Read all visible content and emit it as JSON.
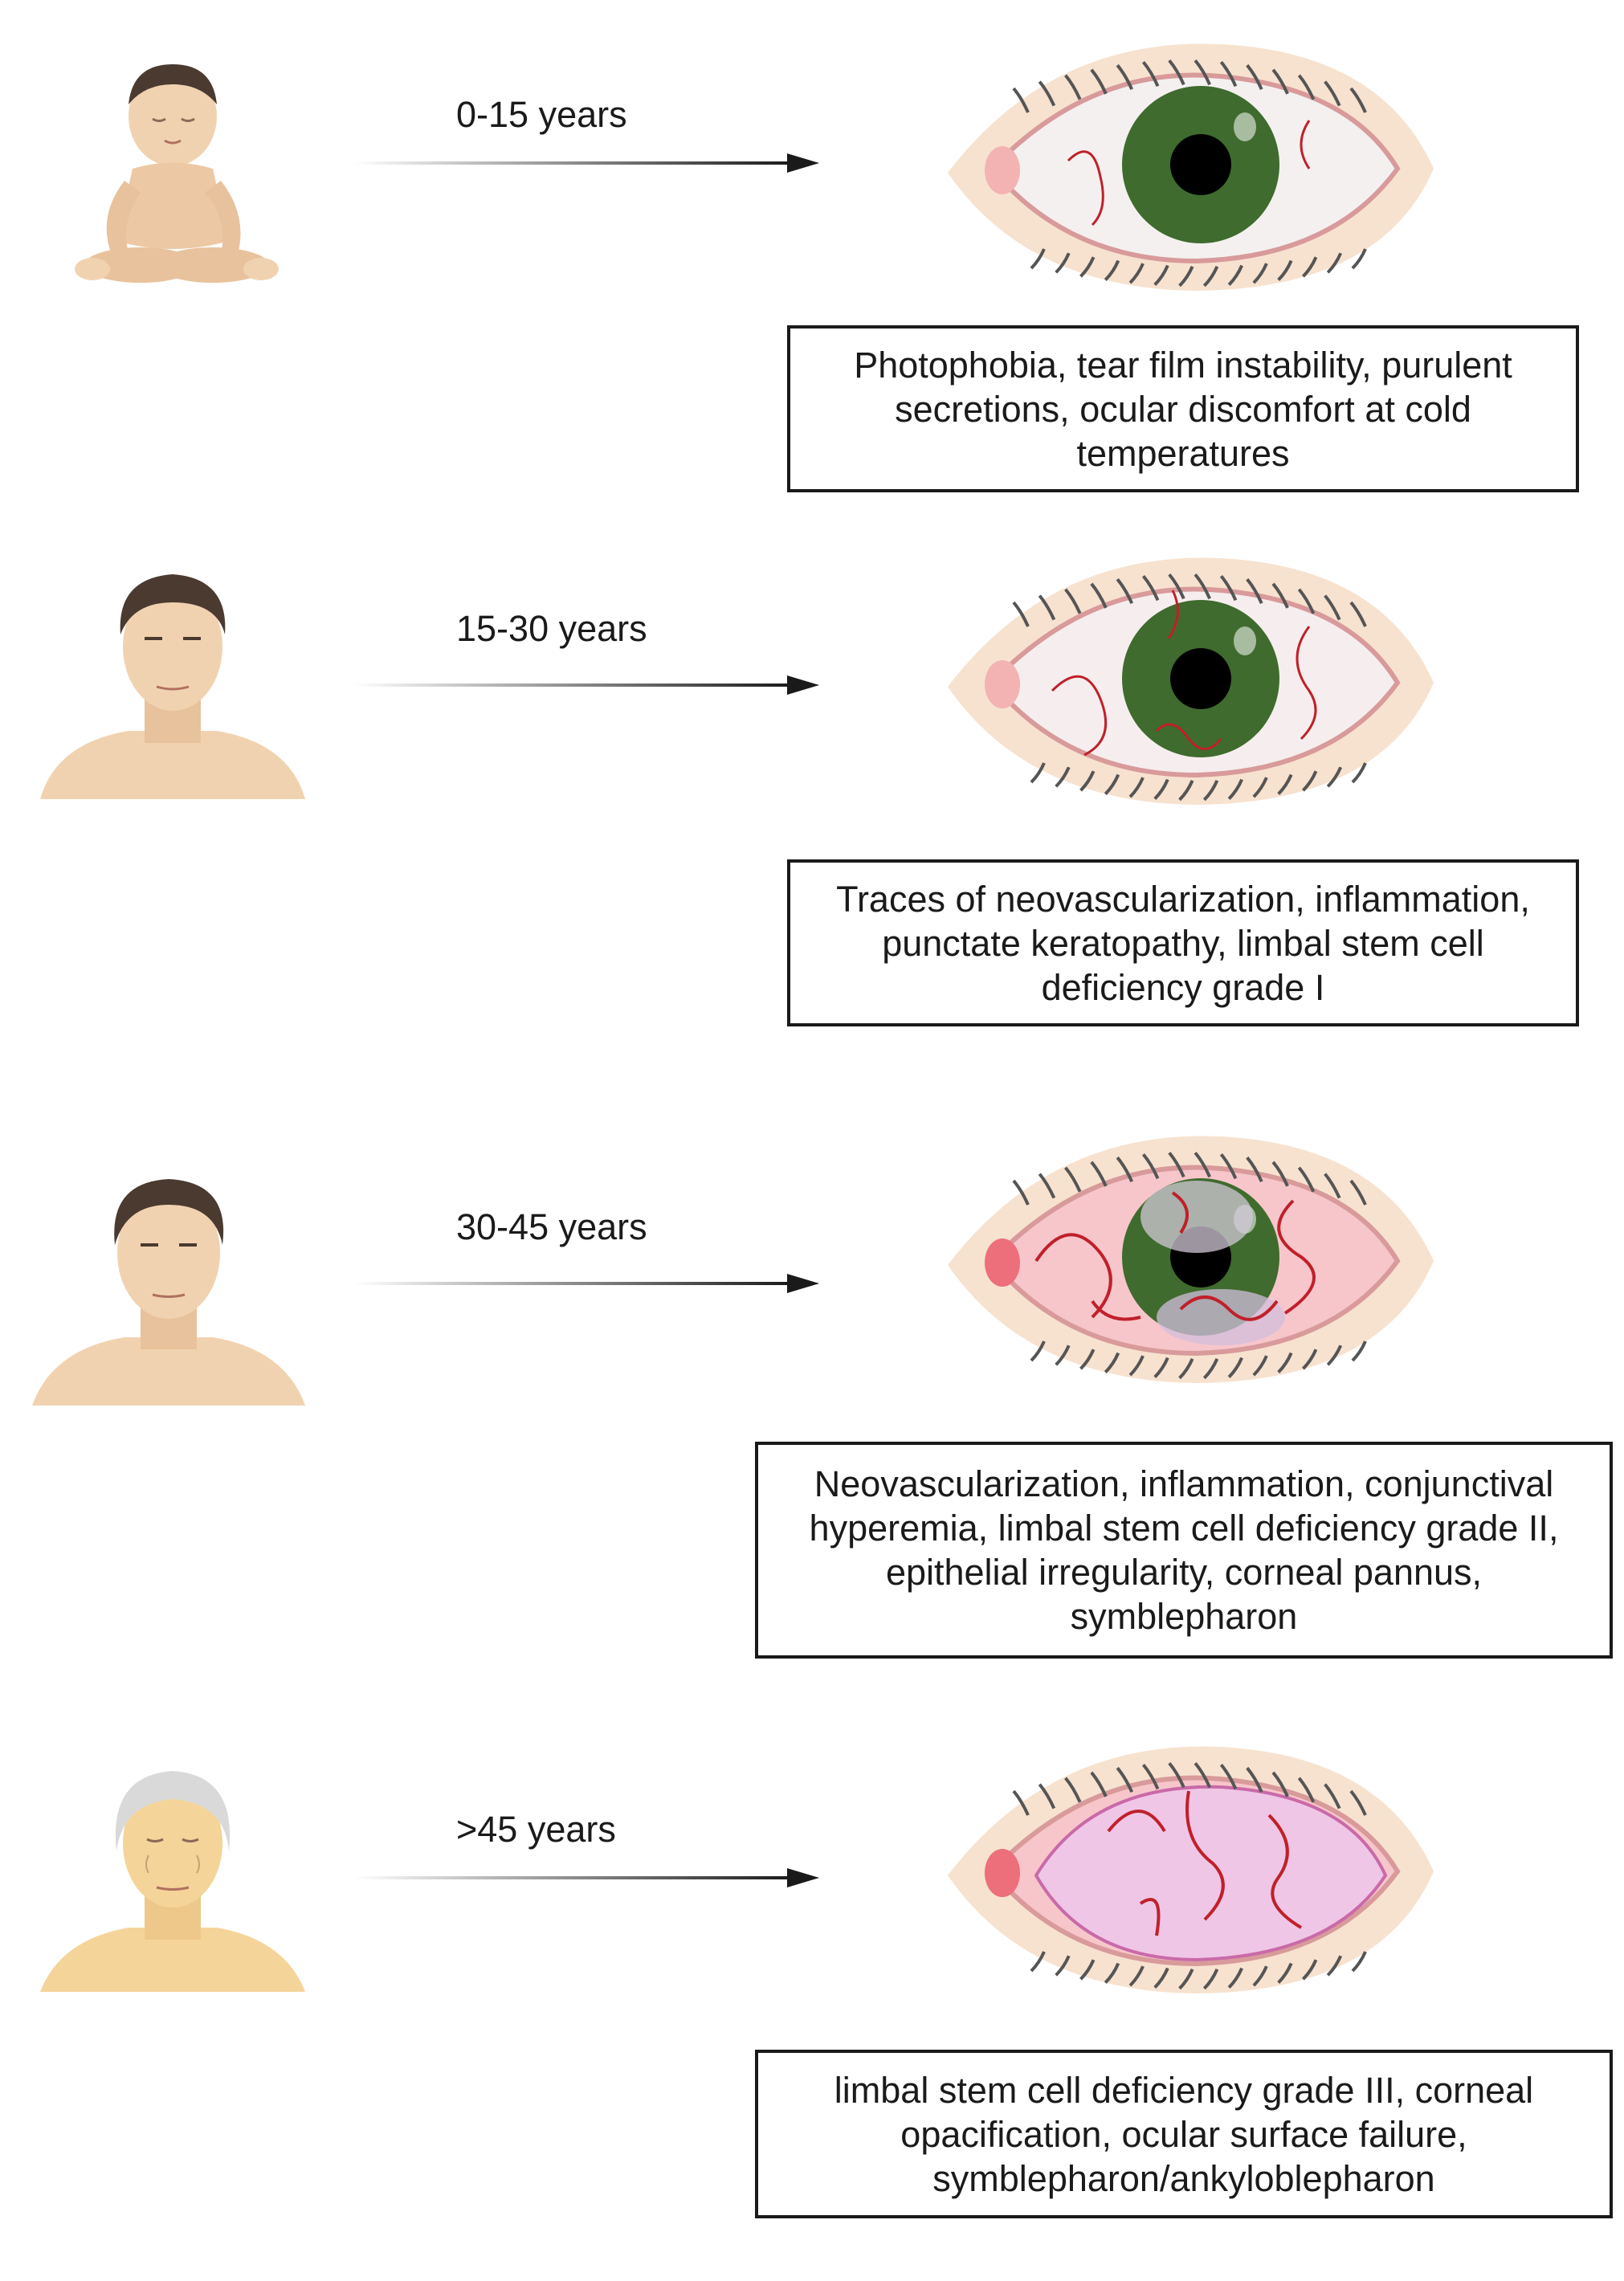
{
  "stages": [
    {
      "age": "0-15 years",
      "person": "baby",
      "eye_stage": 1,
      "lines": [
        "Photophobia, tear film instability, purulent",
        "secretions, ocular discomfort at cold",
        "temperatures"
      ]
    },
    {
      "age": "15-30 years",
      "person": "young-adult",
      "eye_stage": 2,
      "lines": [
        "Traces of neovascularization, inflammation,",
        "punctate keratopathy, limbal stem cell",
        "deficiency grade I"
      ]
    },
    {
      "age": "30-45 years",
      "person": "adult",
      "eye_stage": 3,
      "lines": [
        "Neovascularization, inflammation, conjunctival",
        "hyperemia, limbal stem cell deficiency grade II,",
        "epithelial irregularity, corneal pannus,",
        "symblepharon"
      ]
    },
    {
      "age": ">45 years",
      "person": "elderly",
      "eye_stage": 4,
      "lines": [
        "limbal stem cell deficiency grade III, corneal",
        "opacification, ocular surface failure,",
        "symblepharon/ankyloblepharon"
      ]
    }
  ],
  "colors": {
    "skin": "#f1d2b0",
    "skin_elderly": "#f5d49a",
    "hair_dark": "#4a3a30",
    "hair_grey": "#d9d9d9",
    "iris": "#3f6b2e",
    "sclera_red": "#f5b8bd",
    "vessel": "#c0202a",
    "opacity": "#f0c6e6"
  }
}
